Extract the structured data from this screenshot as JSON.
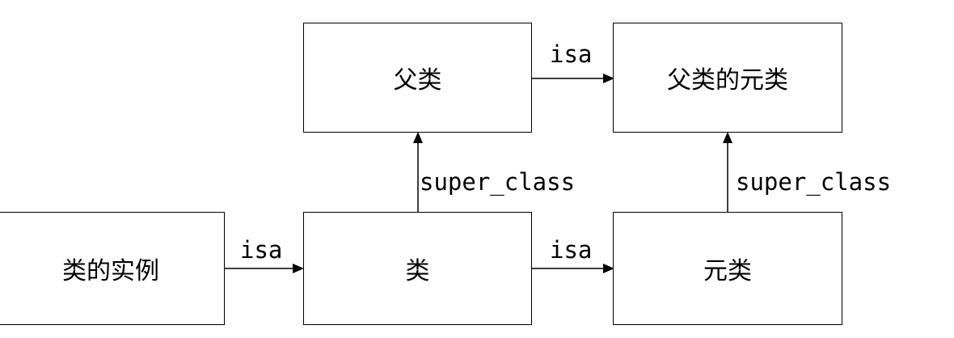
{
  "nodes": {
    "instance": "类的实例",
    "class": "类",
    "metaclass": "元类",
    "superclass": "父类",
    "super_metaclass": "父类的元类"
  },
  "edges": {
    "instance_to_class": "isa",
    "class_to_metaclass": "isa",
    "superclass_to_super_metaclass": "isa",
    "class_to_superclass": "super_class",
    "metaclass_to_super_metaclass": "super_class"
  }
}
